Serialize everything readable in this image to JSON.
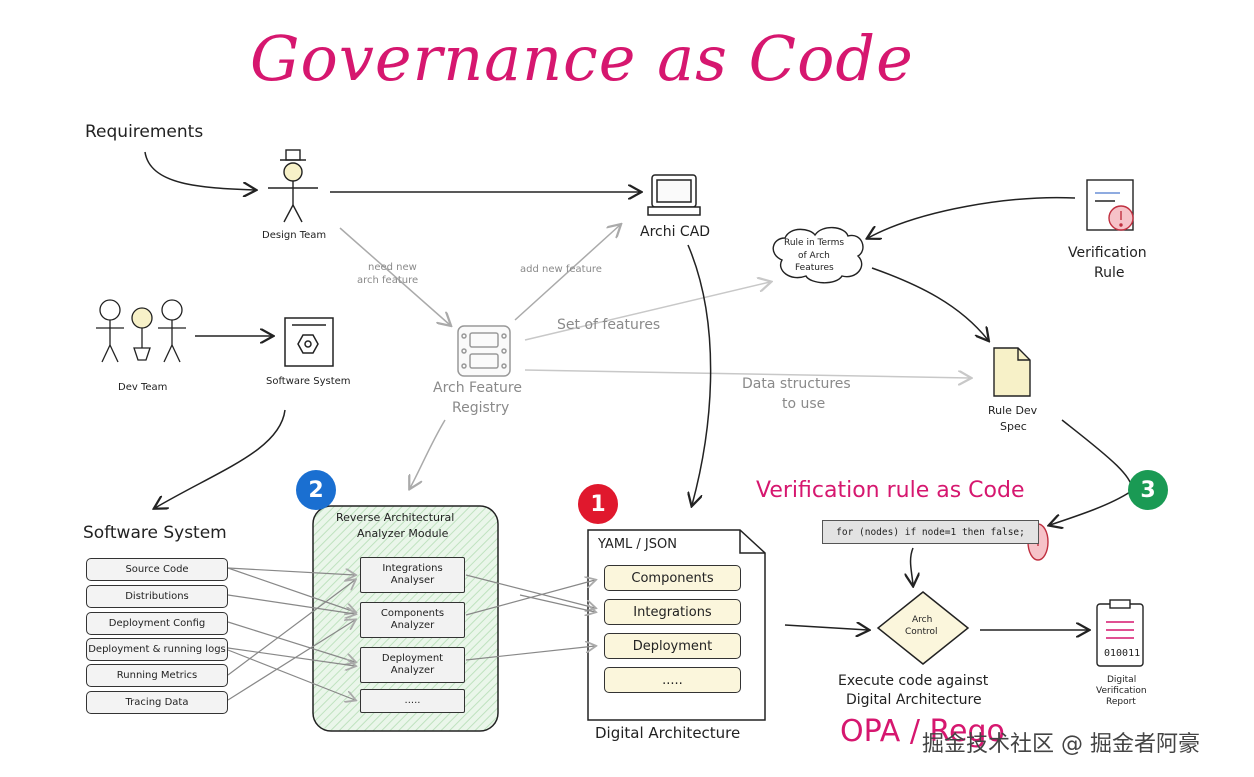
{
  "title": "Governance as Code",
  "requirements": "Requirements",
  "design_team": "Design Team",
  "dev_team": "Dev Team",
  "software_system_icon_label": "Software System",
  "archi_cad": "Archi CAD",
  "need_new_1": "need new",
  "need_new_2": "arch feature",
  "add_new_feature": "add new feature",
  "registry_1": "Arch Feature",
  "registry_2": "Registry",
  "set_of_features": "Set of features",
  "data_structures_1": "Data structures",
  "data_structures_2": "to use",
  "rule_cloud_1": "Rule in Terms",
  "rule_cloud_2": "of Arch",
  "rule_cloud_3": "Features",
  "verification_rule_1": "Verification",
  "verification_rule_2": "Rule",
  "rule_dev_1": "Rule Dev",
  "rule_dev_2": "Spec",
  "software_system_heading": "Software System",
  "sources": [
    "Source Code",
    "Distributions",
    "Deployment Config",
    "Deployment & running logs",
    "Running Metrics",
    "Tracing Data"
  ],
  "analyzer_title_1": "Reverse Architectural",
  "analyzer_title_2": "Analyzer Module",
  "analyzers": [
    {
      "l1": "Integrations",
      "l2": "Analyser"
    },
    {
      "l1": "Components",
      "l2": "Analyzer"
    },
    {
      "l1": "Deployment",
      "l2": "Analyzer"
    },
    {
      "l1": ".....",
      "l2": ""
    }
  ],
  "yaml_title": "YAML / JSON",
  "yaml_items": [
    "Components",
    "Integrations",
    "Deployment",
    "....."
  ],
  "digital_architecture": "Digital Architecture",
  "badges": [
    "2",
    "1",
    "3"
  ],
  "badge_colors": {
    "blue": "#1a6fd1",
    "red": "#e0182d",
    "green": "#1a9a54"
  },
  "verification_as_code": "Verification rule as Code",
  "code_line": "for (nodes) if node=1 then false;",
  "arch_control_1": "Arch",
  "arch_control_2": "Control",
  "execute_1": "Execute code against",
  "execute_2": "Digital Architecture",
  "report_code": "010011",
  "report_1": "Digital",
  "report_2": "Verification",
  "report_3": "Report",
  "opa": "OPA / Rego",
  "watermark": "掘金技术社区 @ 掘金者阿豪",
  "accent": "#d6176f"
}
